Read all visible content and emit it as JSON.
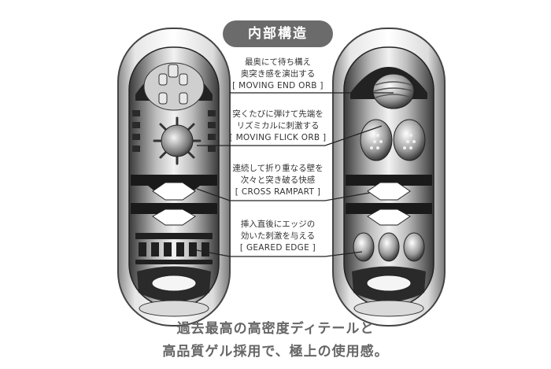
{
  "header": {
    "title": "内部構造"
  },
  "labels": [
    {
      "line1": "最奥にて待ち構え",
      "line2": "奥突き感を演出する",
      "tag": "[ MOVING END ORB ]"
    },
    {
      "line1": "突くたびに弾けて先端を",
      "line2": "リズミカルに刺激する",
      "tag": "[ MOVING FLICK ORB ]"
    },
    {
      "line1": "連続して折り重なる壁を",
      "line2": "次々と突き破る快感",
      "tag": "[ CROSS RAMPART ]"
    },
    {
      "line1": "挿入直後にエッジの",
      "line2": "効いた刺激を与える",
      "tag": "[ GEARED EDGE ]"
    }
  ],
  "footer": {
    "line1": "過去最高の高密度ディテールと",
    "line2": "高品質ゲル採用で、極上の使用感。"
  }
}
